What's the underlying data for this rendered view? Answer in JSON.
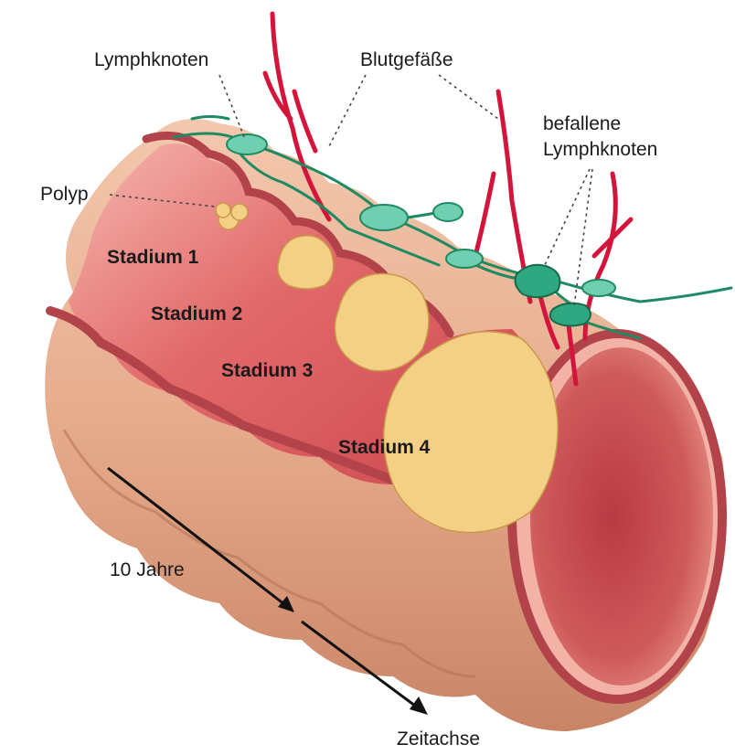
{
  "labels": {
    "lymph_nodes": "Lymphknoten",
    "blood_vessels": "Blutgefäße",
    "affected_nodes_line1": "befallene",
    "affected_nodes_line2": "Lymphknoten",
    "polyp": "Polyp",
    "stage1": "Stadium 1",
    "stage2": "Stadium 2",
    "stage3": "Stadium 3",
    "stage4": "Stadium 4",
    "ten_years": "10 Jahre",
    "time_axis": "Zeitachse"
  },
  "colors": {
    "outer_wall": "#e0a98a",
    "inner_wall": "#d85a5e",
    "lumen": "#c94a4f",
    "vessel": "#d4143a",
    "lymph": "#1e8a62",
    "polyp": "#f4cf86"
  }
}
